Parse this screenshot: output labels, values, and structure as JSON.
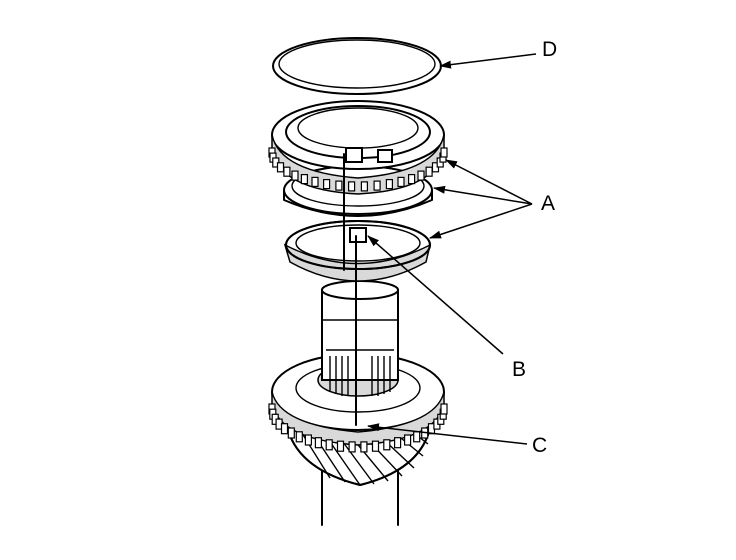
{
  "diagram": {
    "callouts": [
      {
        "id": "D",
        "label": "D"
      },
      {
        "id": "A",
        "label": "A"
      },
      {
        "id": "B",
        "label": "B"
      },
      {
        "id": "C",
        "label": "C"
      }
    ],
    "colors": {
      "ink": "#000000",
      "background": "#ffffff",
      "shade": "#d9d9d9"
    }
  }
}
